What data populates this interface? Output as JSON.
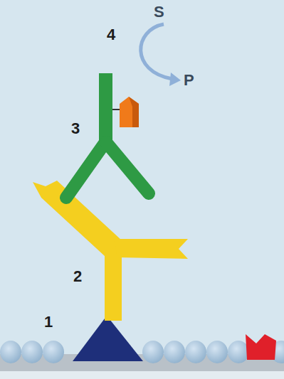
{
  "diagram": {
    "labels": [
      "1",
      "2",
      "3",
      "4",
      "S",
      "P"
    ]
  }
}
